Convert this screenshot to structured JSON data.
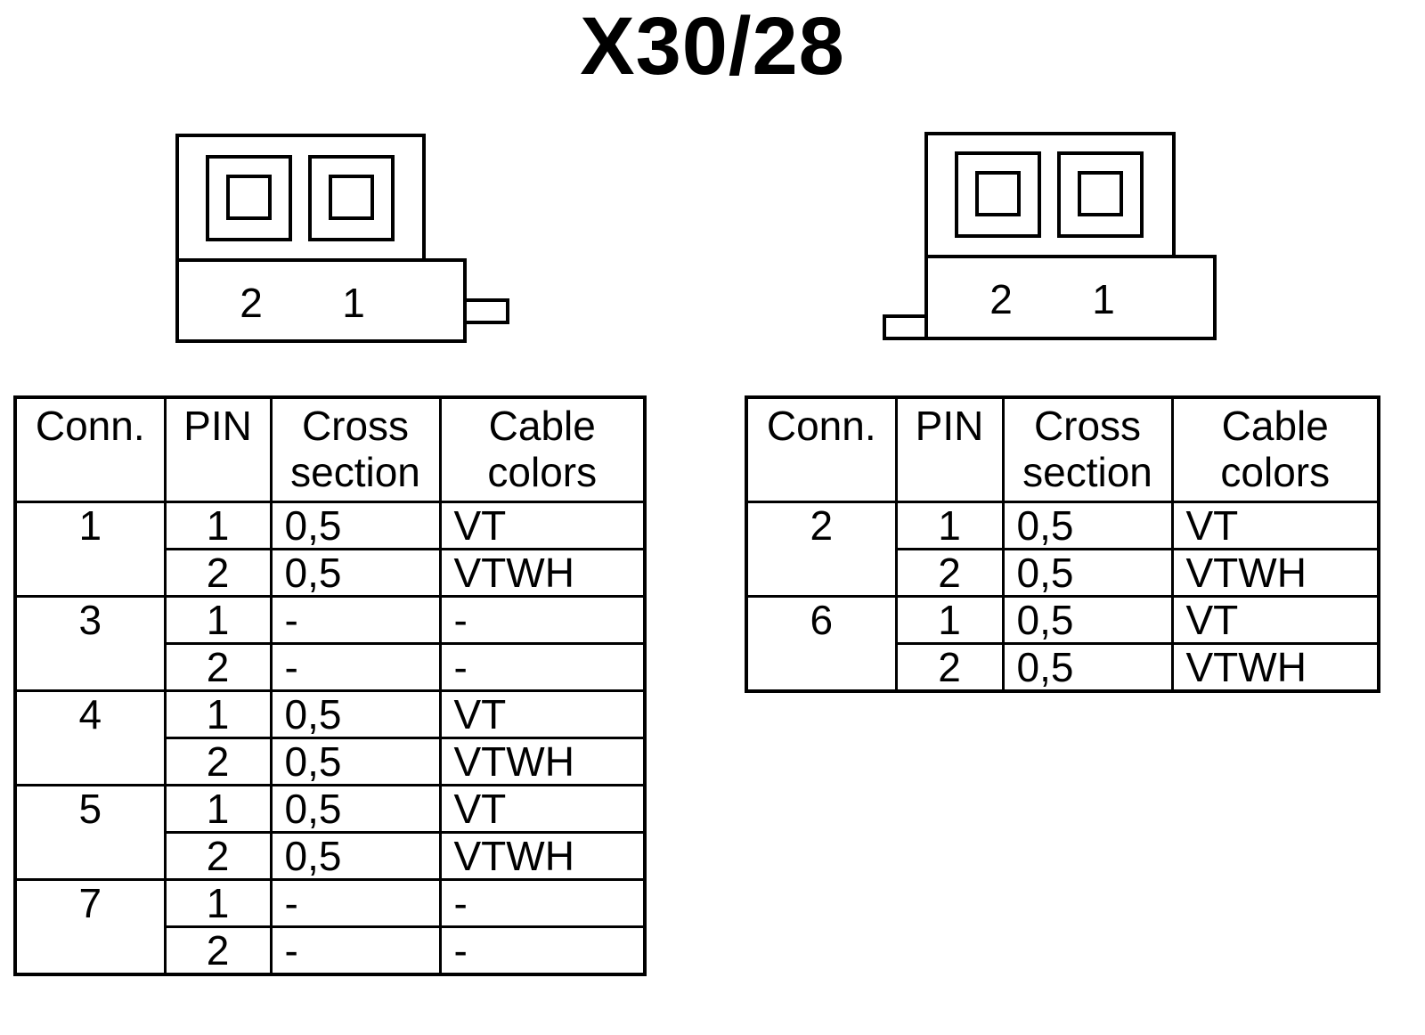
{
  "title": "X30/28",
  "connectors": [
    {
      "pin_labels": [
        "2",
        "1"
      ]
    },
    {
      "pin_labels": [
        "2",
        "1"
      ]
    }
  ],
  "tables": [
    {
      "headers": {
        "conn": "Conn.",
        "pin": "PIN",
        "cross_1": "Cross",
        "cross_2": "section",
        "cable_1": "Cable",
        "cable_2": "colors"
      },
      "groups": [
        {
          "conn": "1",
          "rows": [
            {
              "pin": "1",
              "cross": "0,5",
              "color": "VT"
            },
            {
              "pin": "2",
              "cross": "0,5",
              "color": "VTWH"
            }
          ]
        },
        {
          "conn": "3",
          "rows": [
            {
              "pin": "1",
              "cross": "-",
              "color": "-"
            },
            {
              "pin": "2",
              "cross": "-",
              "color": "-"
            }
          ]
        },
        {
          "conn": "4",
          "rows": [
            {
              "pin": "1",
              "cross": "0,5",
              "color": "VT"
            },
            {
              "pin": "2",
              "cross": "0,5",
              "color": "VTWH"
            }
          ]
        },
        {
          "conn": "5",
          "rows": [
            {
              "pin": "1",
              "cross": "0,5",
              "color": "VT"
            },
            {
              "pin": "2",
              "cross": "0,5",
              "color": "VTWH"
            }
          ]
        },
        {
          "conn": "7",
          "rows": [
            {
              "pin": "1",
              "cross": "-",
              "color": "-"
            },
            {
              "pin": "2",
              "cross": "-",
              "color": "-"
            }
          ]
        }
      ]
    },
    {
      "headers": {
        "conn": "Conn.",
        "pin": "PIN",
        "cross_1": "Cross",
        "cross_2": "section",
        "cable_1": "Cable",
        "cable_2": "colors"
      },
      "groups": [
        {
          "conn": "2",
          "rows": [
            {
              "pin": "1",
              "cross": "0,5",
              "color": "VT"
            },
            {
              "pin": "2",
              "cross": "0,5",
              "color": "VTWH"
            }
          ]
        },
        {
          "conn": "6",
          "rows": [
            {
              "pin": "1",
              "cross": "0,5",
              "color": "VT"
            },
            {
              "pin": "2",
              "cross": "0,5",
              "color": "VTWH"
            }
          ]
        }
      ]
    }
  ]
}
